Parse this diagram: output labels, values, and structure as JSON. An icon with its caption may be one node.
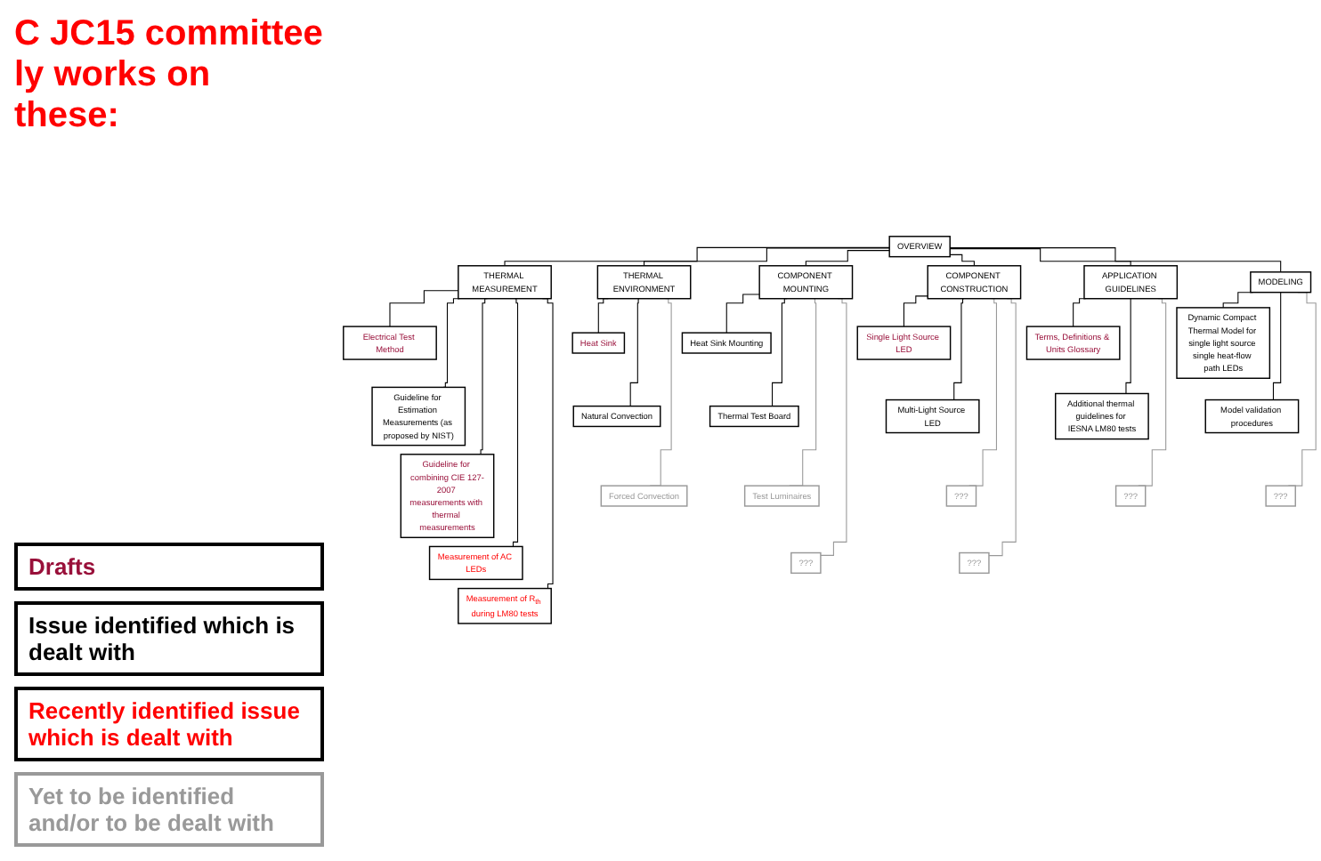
{
  "diagram": {
    "title": "C JC15 committee ly works on these:",
    "nodes": [
      {
        "text": [
          "OVERVIEW"
        ]
      },
      {
        "text": [
          "THERMAL MEASUREMENT"
        ]
      },
      {
        "text": [
          "THERMAL ENVIRONMENT"
        ]
      },
      {
        "text": [
          "COMPONENT MOUNTING"
        ]
      },
      {
        "text": [
          "COMPONENT CONSTRUCTION"
        ]
      },
      {
        "text": [
          "APPLICATION GUIDELINES"
        ]
      },
      {
        "text": [
          "MODELING"
        ]
      },
      {
        "text": [
          "Electrical Test Method"
        ]
      },
      {
        "text": [
          "Guideline for Estimation Measurements (as proposed by NIST)"
        ]
      },
      {
        "text": [
          "Guideline for combining CIE 127-2007 measurements with thermal measurements"
        ]
      },
      {
        "text": [
          "Measurement of AC LEDs"
        ]
      },
      {
        "text": [
          "Measurement of R$_{th}$ during LM80 tests"
        ]
      },
      {
        "text": [
          "Heat Sink"
        ]
      },
      {
        "text": [
          "Natural Convection"
        ]
      },
      {
        "text": [
          "Forced Convection"
        ]
      },
      {
        "text": [
          "Heat Sink Mounting"
        ]
      },
      {
        "text": [
          "Thermal Test Board"
        ]
      },
      {
        "text": [
          "Test Luminaires"
        ]
      },
      {
        "text": [
          "???"
        ]
      },
      {
        "text": [
          "Single Light Source LED"
        ]
      },
      {
        "text": [
          "Multi-Light Source LED"
        ]
      },
      {
        "text": [
          "???"
        ]
      },
      {
        "text": [
          "???"
        ]
      },
      {
        "text": [
          "Terms, Definitions & Units Glossary"
        ]
      },
      {
        "text": [
          "Additional thermal guidelines for IESNA LM80 tests"
        ]
      },
      {
        "text": [
          "???"
        ]
      },
      {
        "text": [
          "Dynamic Compact Thermal Model for single light source single heat-flow path LEDs"
        ]
      },
      {
        "text": [
          "Model validation procedures"
        ]
      },
      {
        "text": [
          "???"
        ]
      }
    ],
    "edges": [
      {
        "from": 0,
        "to": 1,
        "arrow": "none"
      },
      {
        "from": 0,
        "to": 2,
        "arrow": "none"
      },
      {
        "from": 0,
        "to": 3,
        "arrow": "none"
      },
      {
        "from": 0,
        "to": 4,
        "arrow": "none"
      },
      {
        "from": 0,
        "to": 5,
        "arrow": "none"
      },
      {
        "from": 0,
        "to": 6,
        "arrow": "none"
      },
      {
        "from": 1,
        "to": 7,
        "arrow": "none"
      },
      {
        "from": 1,
        "to": 8,
        "arrow": "none"
      },
      {
        "from": 1,
        "to": 9,
        "arrow": "none"
      },
      {
        "from": 1,
        "to": 10,
        "arrow": "none"
      },
      {
        "from": 1,
        "to": 11,
        "arrow": "none"
      },
      {
        "from": 2,
        "to": 12,
        "arrow": "none"
      },
      {
        "from": 2,
        "to": 13,
        "arrow": "none"
      },
      {
        "from": 2,
        "to": 14,
        "arrow": "none",
        "color": "#999999"
      },
      {
        "from": 3,
        "to": 15,
        "arrow": "none"
      },
      {
        "from": 3,
        "to": 16,
        "arrow": "none"
      },
      {
        "from": 3,
        "to": 17,
        "arrow": "none",
        "color": "#999999"
      },
      {
        "from": 3,
        "to": 18,
        "arrow": "none",
        "color": "#999999"
      },
      {
        "from": 4,
        "to": 19,
        "arrow": "none"
      },
      {
        "from": 4,
        "to": 20,
        "arrow": "none"
      },
      {
        "from": 4,
        "to": 21,
        "arrow": "none",
        "color": "#999999"
      },
      {
        "from": 4,
        "to": 22,
        "arrow": "none",
        "color": "#999999"
      },
      {
        "from": 5,
        "to": 23,
        "arrow": "none"
      },
      {
        "from": 5,
        "to": 24,
        "arrow": "none"
      },
      {
        "from": 5,
        "to": 25,
        "arrow": "none",
        "color": "#999999"
      },
      {
        "from": 6,
        "to": 26,
        "arrow": "none"
      },
      {
        "from": 6,
        "to": 27,
        "arrow": "none"
      },
      {
        "from": 6,
        "to": 28,
        "arrow": "none",
        "color": "#999999"
      }
    ],
    "legend": [
      {
        "text": "Drafts"
      },
      {
        "text": "Issue identified which is dealt with"
      },
      {
        "text": "Recently identified issue which is dealt with"
      },
      {
        "text": "Yet to be identified and/or to be dealt with"
      }
    ]
  }
}
